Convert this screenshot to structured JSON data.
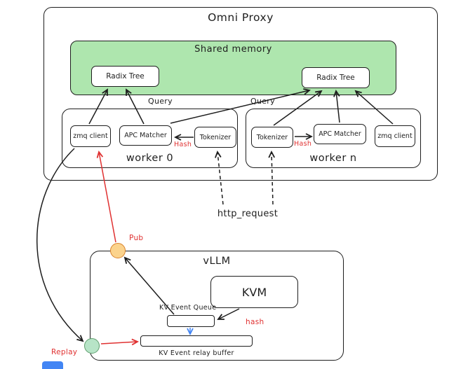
{
  "colors": {
    "ink": "#1e1e1e",
    "shared-memory-fill": "#aee6ae",
    "pub-fill": "#fbd38d",
    "pub-stroke": "#d9822b",
    "replay-fill": "#b7e4c7",
    "replay-stroke": "#5f9e6e",
    "accent-red": "#e03131",
    "accent-blue": "#4285f4"
  },
  "nodes": {
    "omni_proxy": "Omni Proxy",
    "shared_memory": "Shared memory",
    "radix_tree_left": "Radix Tree",
    "radix_tree_right": "Radix Tree",
    "worker0_label": "worker 0",
    "workerN_label": "worker n",
    "zmq_client_w0": "zmq client",
    "apc_matcher_w0": "APC Matcher",
    "tokenizer_w0": "Tokenizer",
    "tokenizer_wn": "Tokenizer",
    "apc_matcher_wn": "APC Matcher",
    "zmq_client_wn": "zmq client",
    "vllm": "vLLM",
    "kvm": "KVM",
    "kv_event_queue": "KV Event Queue",
    "kv_relay_buffer": "KV Event relay buffer"
  },
  "edge_labels": {
    "query_w0": "Query",
    "query_wn": "Query",
    "hash_w0": "Hash",
    "hash_wn": "Hash",
    "http_request": "http_request",
    "pub": "Pub",
    "replay": "Replay",
    "hash_kvm": "hash"
  }
}
